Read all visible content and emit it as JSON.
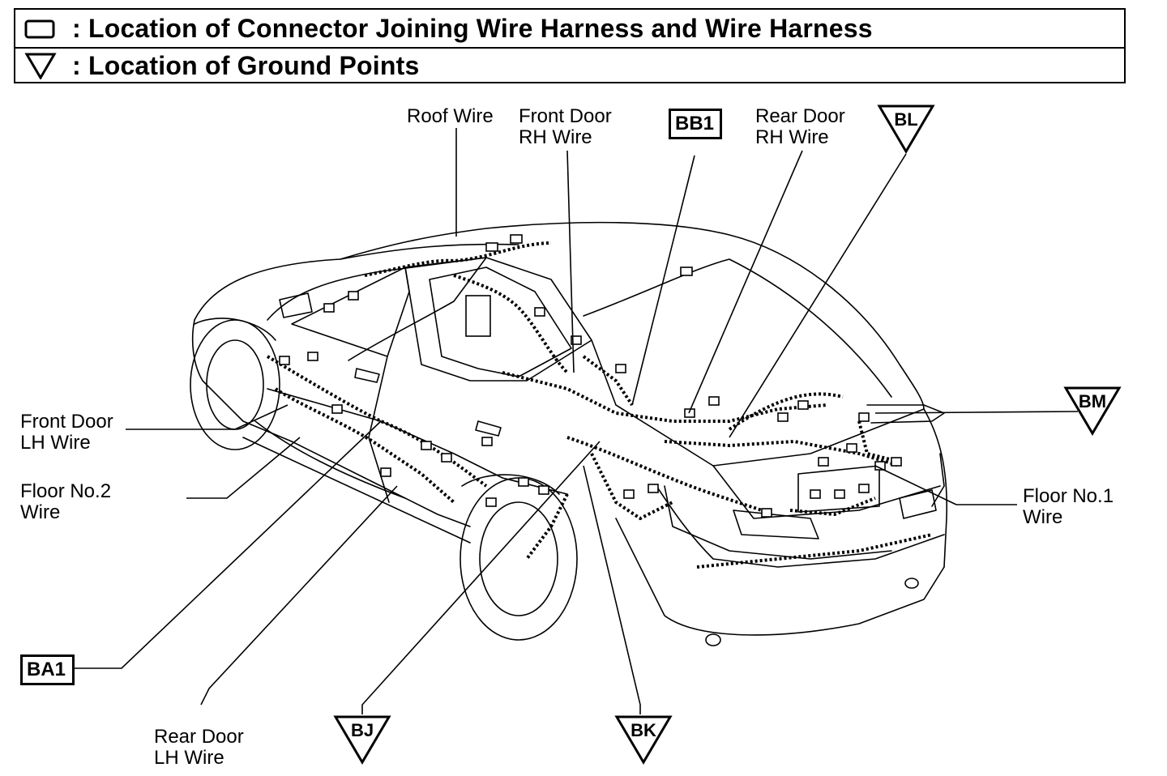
{
  "legend": {
    "connector_text": ": Location of Connector Joining Wire Harness and Wire Harness",
    "ground_text": ": Location of Ground Points"
  },
  "labels": {
    "roof_wire": "Roof Wire",
    "front_door_rh_wire": "Front Door\nRH Wire",
    "rear_door_rh_wire": "Rear Door\nRH Wire",
    "front_door_lh_wire": "Front Door\nLH Wire",
    "floor_no2_wire": "Floor No.2\nWire",
    "floor_no1_wire": "Floor No.1\nWire",
    "rear_door_lh_wire": "Rear Door\nLH Wire"
  },
  "connectors": {
    "bb1": "BB1",
    "ba1": "BA1"
  },
  "grounds": {
    "bl": "BL",
    "bm": "BM",
    "bj": "BJ",
    "bk": "BK"
  },
  "icons": {
    "connector_symbol": "rectangle-icon",
    "ground_symbol": "down-triangle-icon"
  }
}
